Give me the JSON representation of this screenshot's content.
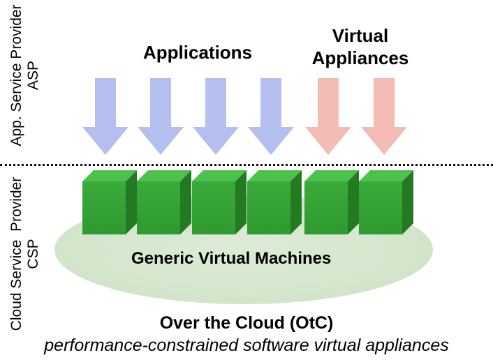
{
  "side_labels": {
    "asp_line1": "App. Service Provider",
    "asp_line2": "ASP",
    "csp_line1": "Cloud Service  Provider",
    "csp_line2": "CSP"
  },
  "top": {
    "applications": "Applications",
    "virtual_appliances_line1": "Virtual",
    "virtual_appliances_line2": "Appliances"
  },
  "arrows": [
    {
      "kind": "application",
      "color": "#b4bff0"
    },
    {
      "kind": "application",
      "color": "#b4bff0"
    },
    {
      "kind": "application",
      "color": "#b4bff0"
    },
    {
      "kind": "application",
      "color": "#b4bff0"
    },
    {
      "kind": "virtual-appliance",
      "color": "#f3bcb4"
    },
    {
      "kind": "virtual-appliance",
      "color": "#f3bcb4"
    }
  ],
  "cubes": {
    "count": 6,
    "front_color": "#2f9a2f",
    "top_color": "#4cc24c",
    "side_color": "#237a23"
  },
  "cloud": {
    "label": "Generic Virtual Machines",
    "color": "#d6e8cf"
  },
  "footer": {
    "title": "Over the Cloud (OtC)",
    "subtitle": "performance-constrained software virtual appliances"
  }
}
